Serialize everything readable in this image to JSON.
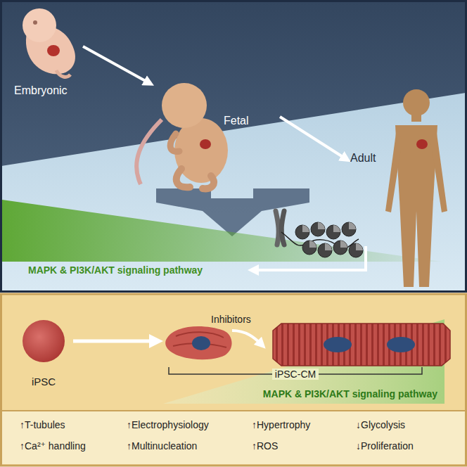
{
  "diagram": {
    "labels": [
      "Embryonic",
      "Fetal",
      "Adult",
      "MAPK & PI3K/AKT signaling pathway",
      "iPSC",
      "Inhibitors",
      "iPSC-CM",
      "MAPK & PI3K/AKT signaling pathway",
      "↑T-tubules",
      "↑Electrophysiology",
      "↑Hypertrophy",
      "↓Glycolysis",
      "↑Ca²⁺ handling",
      "↑Multinucleation",
      "↑ROS",
      "↓Proliferation"
    ]
  }
}
